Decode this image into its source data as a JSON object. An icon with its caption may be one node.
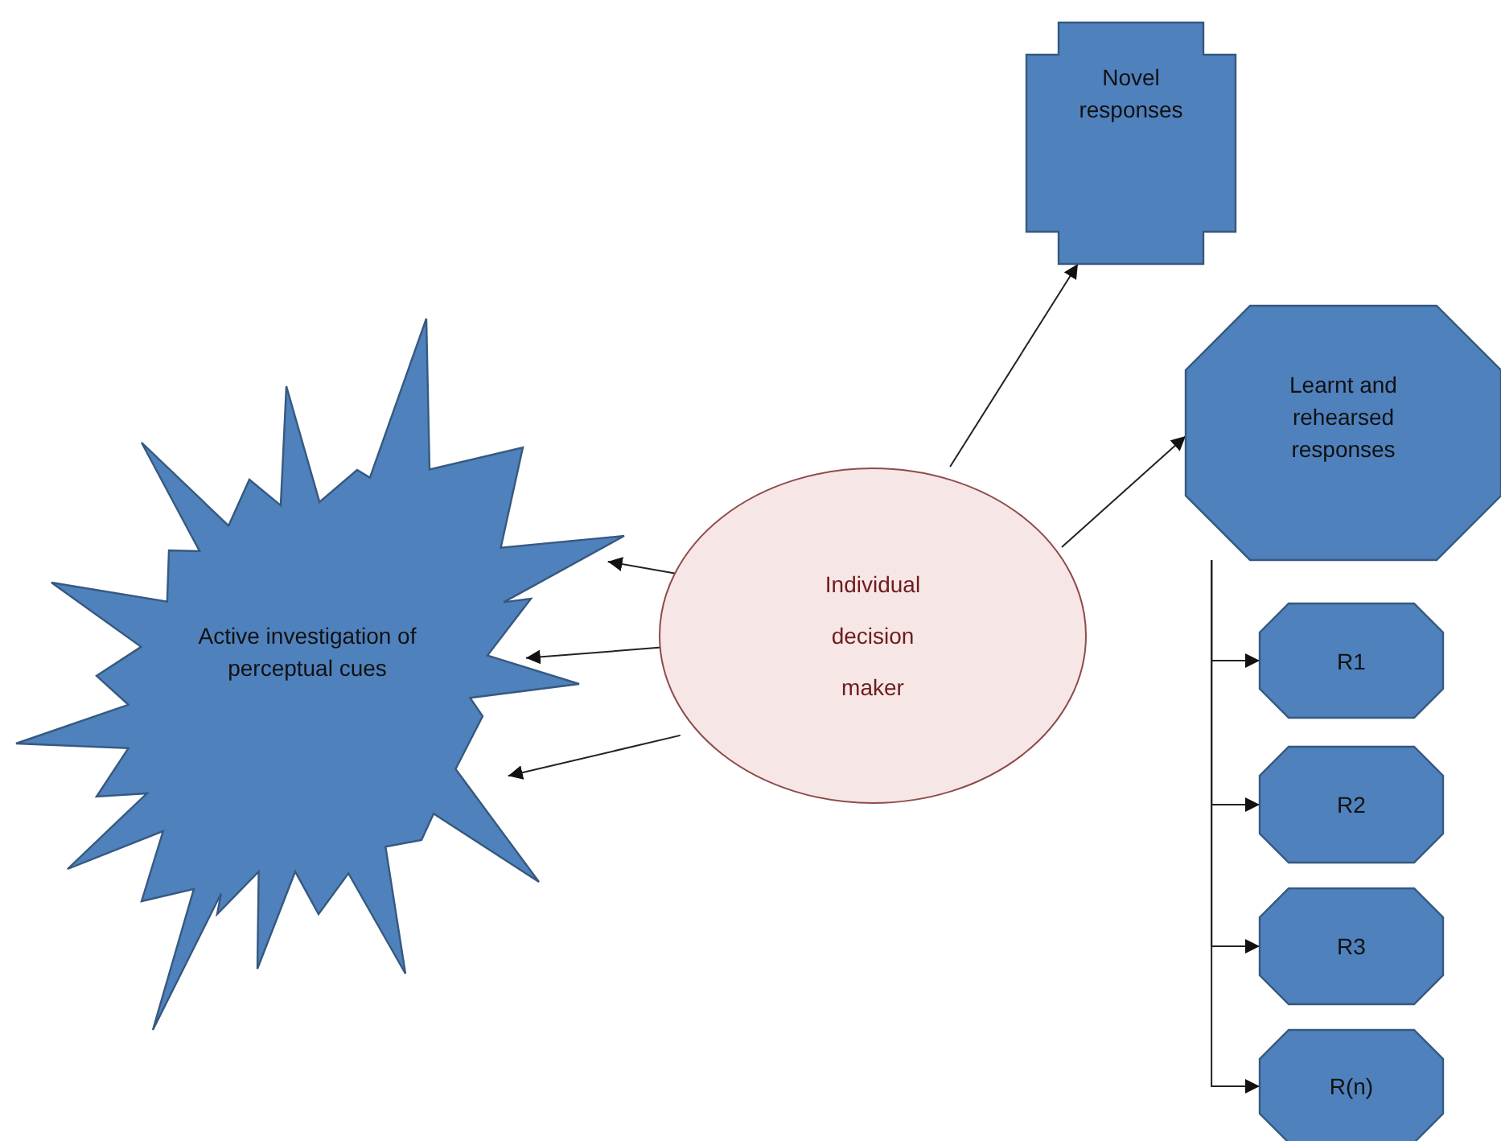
{
  "diagram": {
    "nodes": [
      {
        "text": [
          "Novel responses"
        ]
      },
      {
        "text": [
          "Learnt and rehearsed responses"
        ]
      },
      {
        "text": [
          "Active investigation of perceptual cues"
        ]
      },
      {
        "text": [
          "Individual decision maker"
        ]
      },
      {
        "text": [
          "R1"
        ]
      },
      {
        "text": [
          "R2"
        ]
      },
      {
        "text": [
          "R3"
        ]
      },
      {
        "text": [
          "R(n)"
        ]
      }
    ],
    "edges": [
      {
        "from": 3,
        "to": 0,
        "arrow": "to"
      },
      {
        "from": 3,
        "to": 1,
        "arrow": "to"
      },
      {
        "from": 3,
        "to": 2,
        "arrow": "to"
      },
      {
        "from": 3,
        "to": 2,
        "arrow": "to"
      },
      {
        "from": 3,
        "to": 2,
        "arrow": "to"
      },
      {
        "from": 1,
        "to": 4,
        "arrow": "to"
      },
      {
        "from": 1,
        "to": 5,
        "arrow": "to"
      },
      {
        "from": 1,
        "to": 6,
        "arrow": "to"
      },
      {
        "from": 1,
        "to": 7,
        "arrow": "to"
      }
    ]
  }
}
